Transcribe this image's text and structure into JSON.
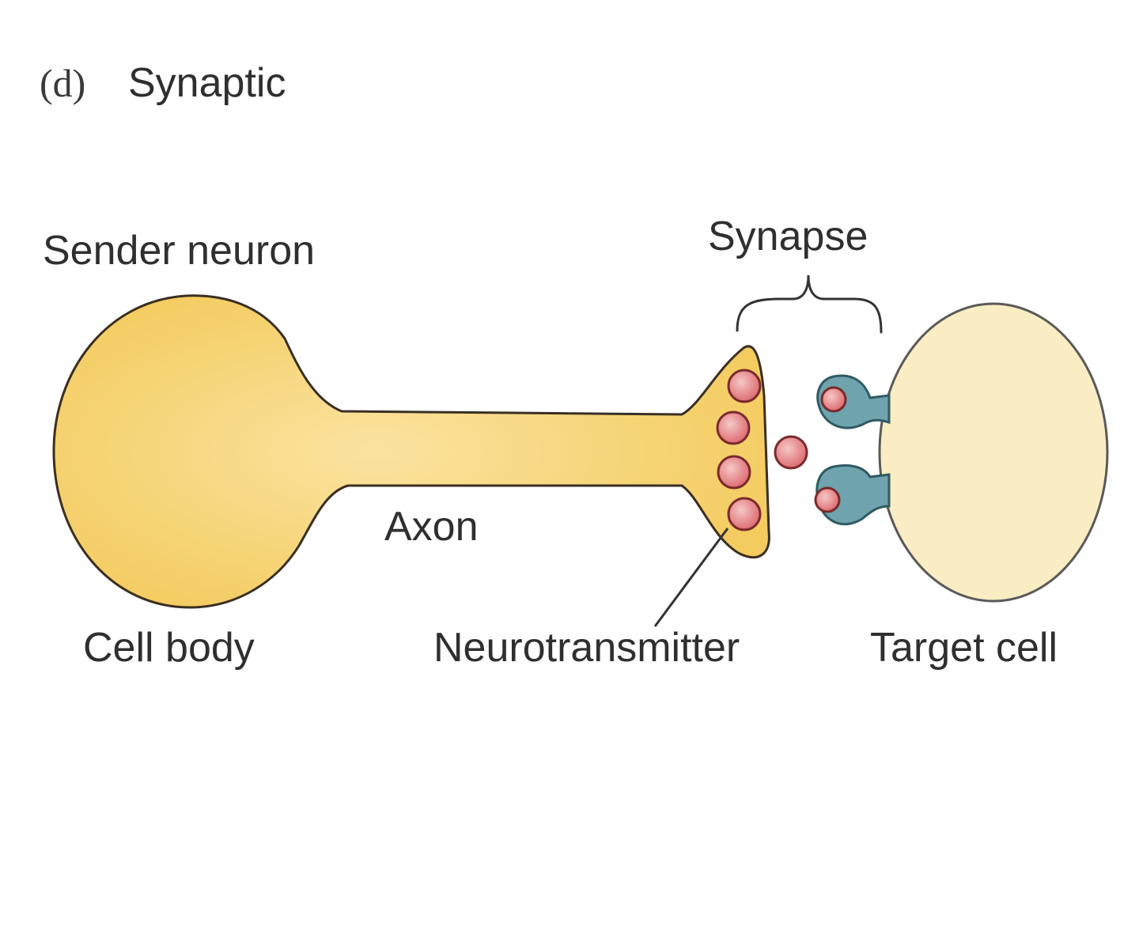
{
  "panel": {
    "letter": "(d)",
    "title": "Synaptic"
  },
  "labels": {
    "sender_neuron": "Sender neuron",
    "synapse": "Synapse",
    "axon": "Axon",
    "cell_body": "Cell body",
    "neurotransmitter": "Neurotransmitter",
    "target_cell": "Target cell"
  },
  "colors": {
    "sender_fill": "#f7d57a",
    "sender_outline": "#3a2f22",
    "target_fill": "#fbedc3",
    "target_outline": "#5a5a5a",
    "vesicle_fill": "#e8868a",
    "vesicle_outline": "#7a2a2c",
    "receptor_fill": "#6fa3ad",
    "receptor_outline": "#2f5b63"
  }
}
